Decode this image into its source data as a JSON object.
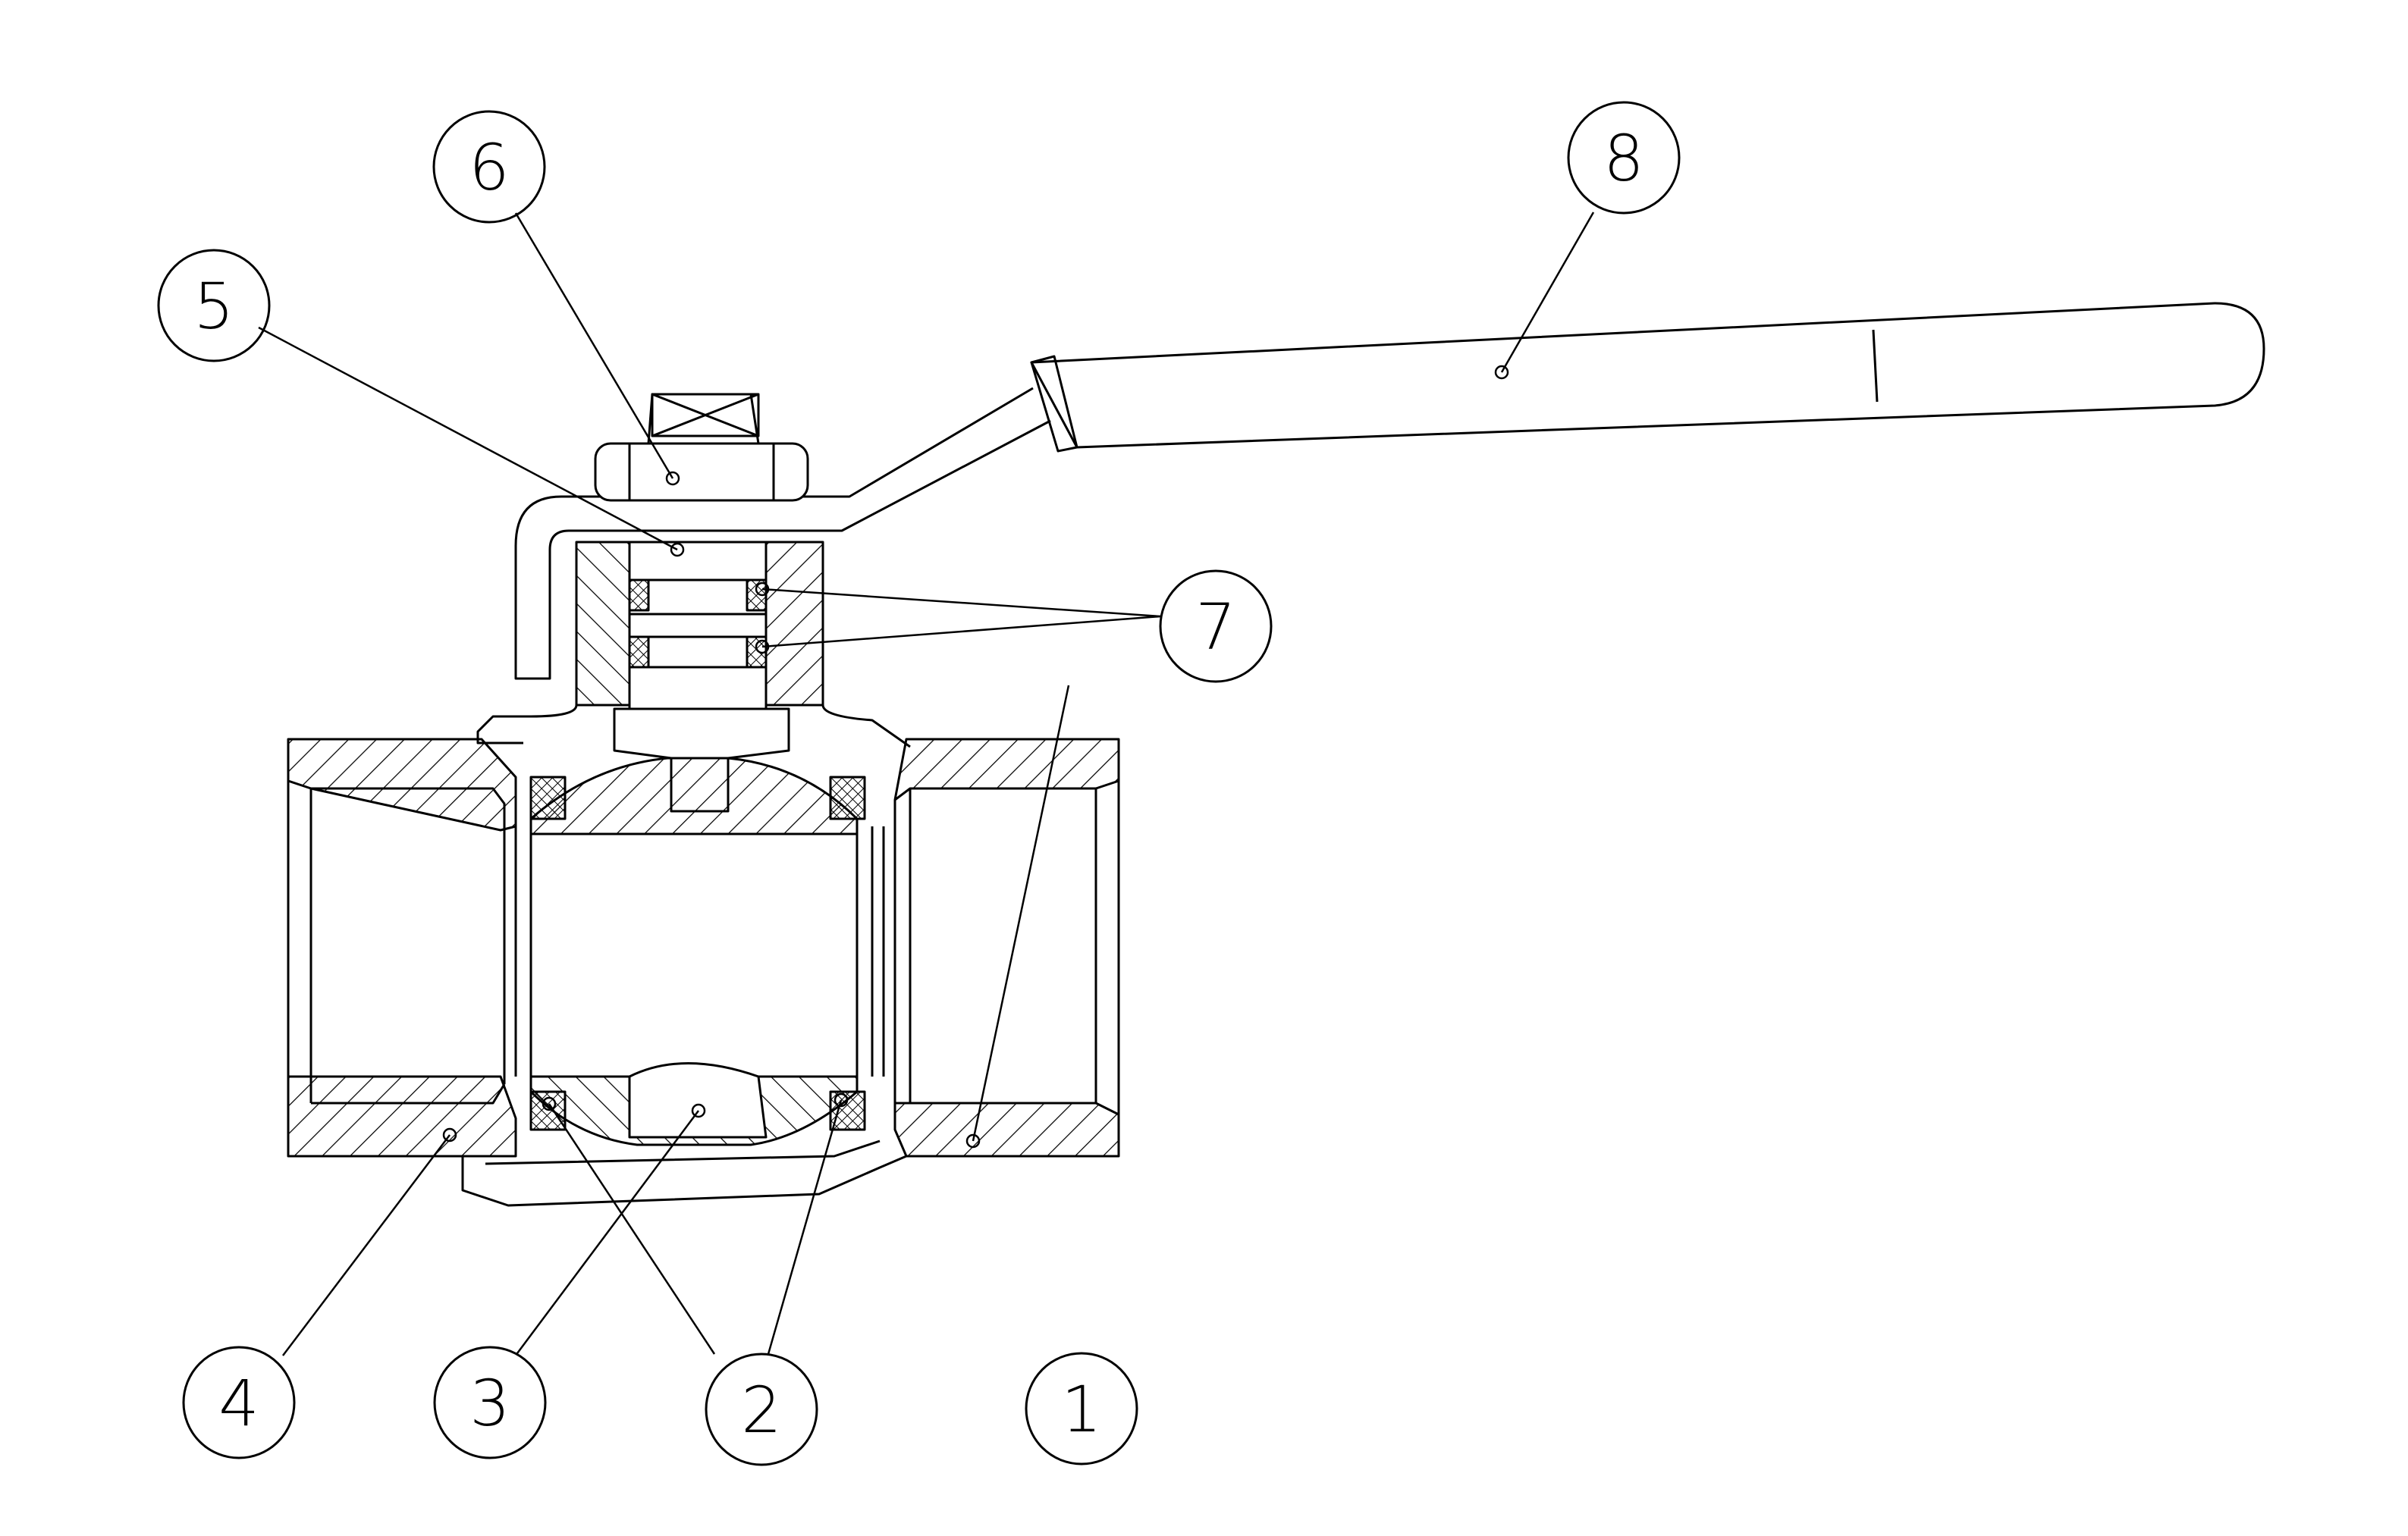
{
  "diagram": {
    "line_color": "#000000",
    "background": "#ffffff",
    "callouts": [
      {
        "id": "callout-1",
        "label": "1"
      },
      {
        "id": "callout-2",
        "label": "2"
      },
      {
        "id": "callout-3",
        "label": "3"
      },
      {
        "id": "callout-4",
        "label": "4"
      },
      {
        "id": "callout-5",
        "label": "5"
      },
      {
        "id": "callout-6",
        "label": "6"
      },
      {
        "id": "callout-7",
        "label": "7"
      },
      {
        "id": "callout-8",
        "label": "8"
      }
    ]
  }
}
